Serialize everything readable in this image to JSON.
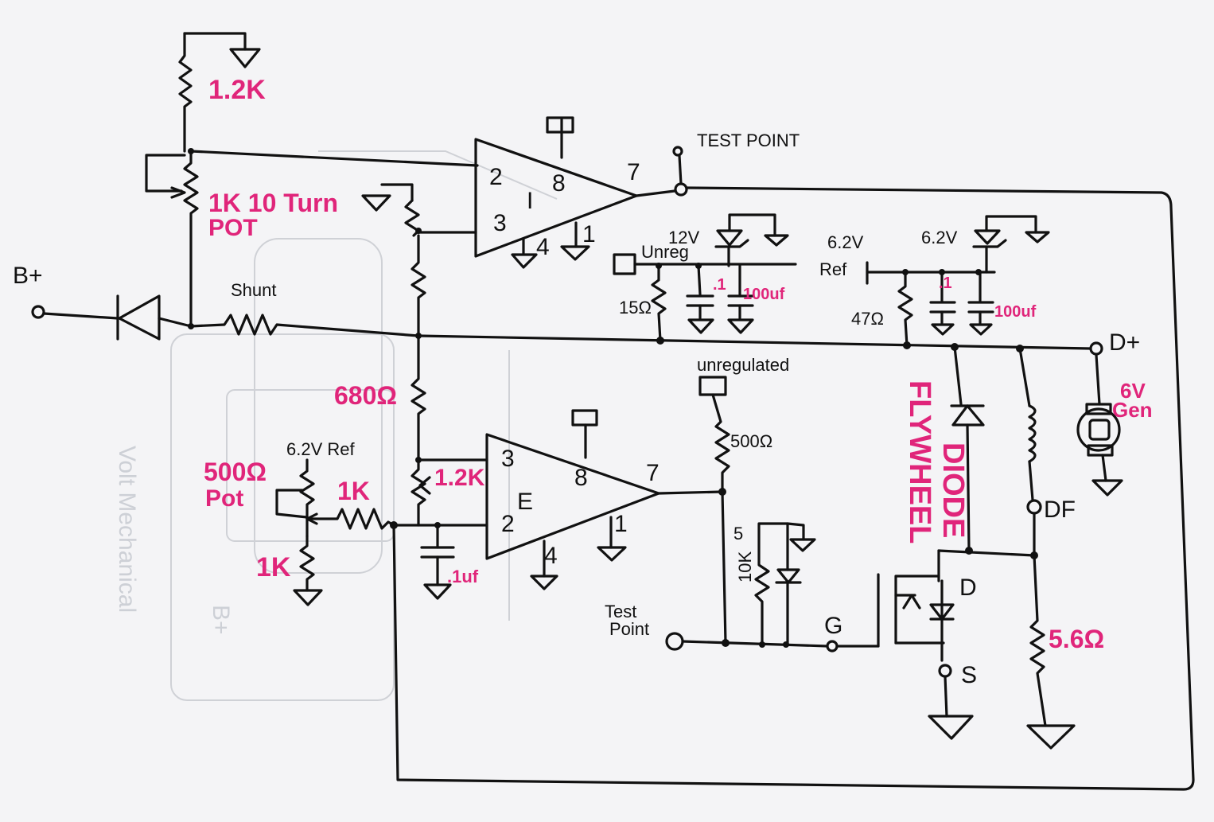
{
  "colors": {
    "ink": "#111111",
    "label_pink": "#e0257a",
    "paper": "#f4f4f6",
    "ghost": "#cfd1d6"
  },
  "labels": {
    "r_1_2k_top": "1.2K",
    "pot_1k_10turn_a": "1K 10 Turn",
    "pot_1k_10turn_b": "POT",
    "b_plus": "B+",
    "shunt": "Shunt",
    "test_point_top": "TEST POINT",
    "r_680": "680Ω",
    "r_1_2k_mid": "1.2K",
    "ref_6_2v_left": "6.2V Ref",
    "pot_500_a": "500Ω",
    "pot_500_b": "Pot",
    "r_1k_series": "1K",
    "r_1k_bottom": "1K",
    "cap_0_1uf": ".1uf",
    "v12": "12V",
    "unreg": "Unreg",
    "r_15": "15Ω",
    "cap_1": ".1",
    "cap_100uf_left": "100uf",
    "v6_2_ref_a": "6.2V",
    "v6_2_ref_b": "Ref",
    "v6_2_zener": "6.2V",
    "r_47": "47Ω",
    "cap_1_right": ".1",
    "cap_100uf_right": "100uf",
    "unregulated": "unregulated",
    "r_500": "500Ω",
    "r_10k": "10K",
    "zener_5": "5",
    "d_plus": "D+",
    "gen_a": "6V",
    "gen_b": "Gen",
    "flywheel": "FLYWHEEL",
    "diode": "DIODE",
    "df": "DF",
    "drain": "D",
    "gate": "G",
    "source": "S",
    "r_5_6": "5.6Ω",
    "test_point_bottom_a": "Test",
    "test_point_bottom_b": "Point",
    "opamp_i": "I",
    "opamp_e": "E",
    "pin_2_top": "2",
    "pin_3_top": "3",
    "pin_8_top": "8",
    "pin_7_top": "7",
    "pin_4_top": "4",
    "pin_1_top": "1",
    "pin_3_bot": "3",
    "pin_2_bot": "2",
    "pin_8_bot": "8",
    "pin_7_bot": "7",
    "pin_4_bot": "4",
    "pin_1_bot": "1",
    "ghost_text_a": "Volt Mechanical",
    "ghost_text_b": "B+"
  }
}
